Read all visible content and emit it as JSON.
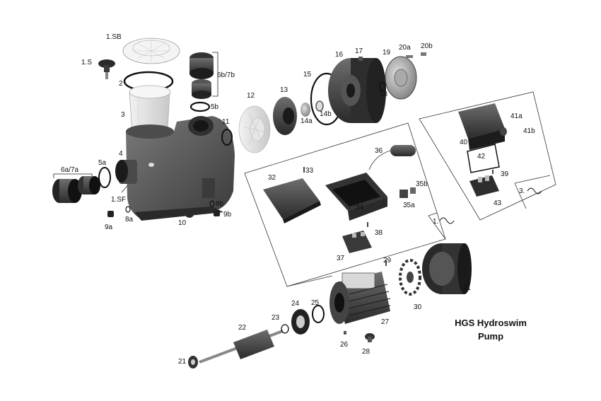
{
  "title": {
    "line1": "HGS Hydroswim",
    "line2": "Pump"
  },
  "labels": {
    "l1SB": "1.SB",
    "l1S": "1.S",
    "l2": "2",
    "l3": "3",
    "l4": "4",
    "l1SF": "1.SF",
    "l5a": "5a",
    "l5b": "5b",
    "l6a7a": "6a/7a",
    "l6b7b": "6b/7b",
    "l8a": "8a",
    "l8b": "8b",
    "l9a": "9a",
    "l9b": "9b",
    "l10": "10",
    "l11": "11",
    "l12": "12",
    "l13": "13",
    "l14a": "14a",
    "l14b": "14b",
    "l15": "15",
    "l16": "16",
    "l17": "17",
    "l18": "18",
    "l19": "19",
    "l20a": "20a",
    "l20b": "20b",
    "l21": "21",
    "l22": "22",
    "l23": "23",
    "l24": "24",
    "l25": "25",
    "l26": "26",
    "l27": "27",
    "l28": "28",
    "l29": "29",
    "l30": "30",
    "l31": "31",
    "l32": "32",
    "l33": "33",
    "l34": "34",
    "l35a": "35a",
    "l35b": "35b",
    "l36": "36",
    "l37": "37",
    "l38": "38",
    "l39": "39",
    "l40": "40",
    "l41a": "41a",
    "l41b": "41b",
    "l42": "42",
    "l43": "43"
  },
  "phase_boxes": {
    "single_phase": "1.",
    "three_phase": "3."
  }
}
